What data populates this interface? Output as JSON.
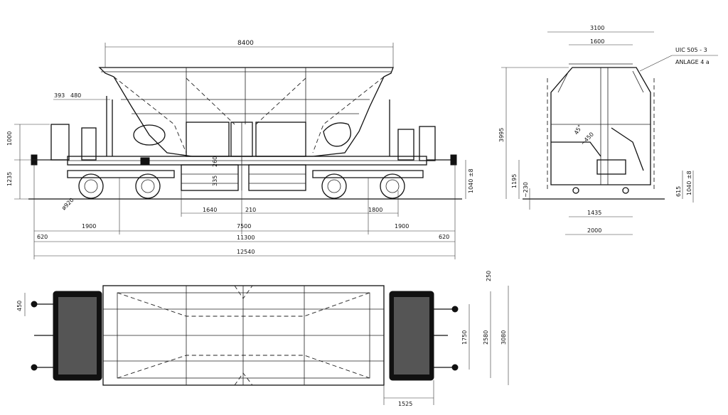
{
  "drawing": {
    "side_view": {
      "dims_top": {
        "overall_top": "8400",
        "left_a": "393",
        "left_b": "480"
      },
      "dims_left": {
        "upper": "1000",
        "lower": "1235"
      },
      "dims_inner": {
        "center_a": "260",
        "center_b": "335",
        "wheel": "ø920",
        "right_height": "1040 ±8"
      },
      "dims_bottom": {
        "row1_a": "1640",
        "row1_b": "210",
        "row1_c": "1800",
        "row2_a": "1900",
        "row2_b": "7500",
        "row2_c": "1900",
        "row3_a": "620",
        "row3_b": "11300",
        "row3_c": "620",
        "row4": "12540"
      }
    },
    "end_view": {
      "dims_top": {
        "width_outer": "3100",
        "width_inner": "1600"
      },
      "note_line1": "UIC 505 - 3",
      "note_line2": "ANLAGE 4 a",
      "dims_left": {
        "height": "3995",
        "lower": "1195",
        "approx": "~230"
      },
      "dims_inner": {
        "angle": "45°",
        "approx_450": "~450"
      },
      "dims_right": {
        "a": "615",
        "b": "1040 ±8"
      },
      "dims_bottom": {
        "a": "1435",
        "b": "2000"
      }
    },
    "plan_view": {
      "dims_left": {
        "a": "450"
      },
      "dims_right": {
        "a": "250",
        "b": "1750",
        "c": "2580",
        "d": "3080"
      },
      "dims_bottom": {
        "a": "1525"
      }
    }
  }
}
